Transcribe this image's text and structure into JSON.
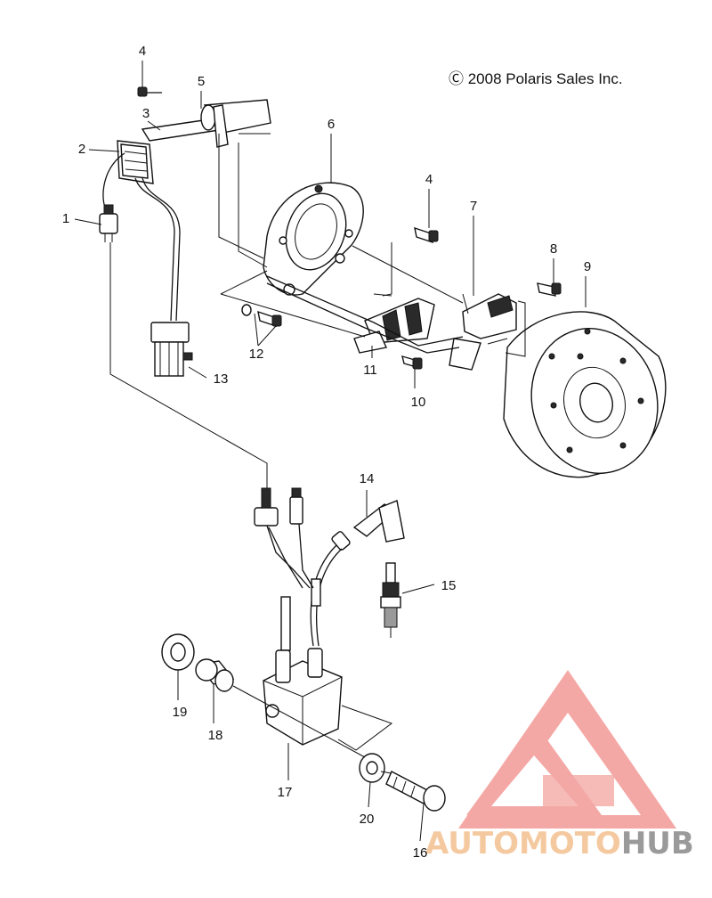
{
  "copyright": "Ⓒ 2008 Polaris Sales Inc.",
  "callouts": {
    "c1": "1",
    "c2": "2",
    "c3": "3",
    "c4a": "4",
    "c4b": "4",
    "c5": "5",
    "c6": "6",
    "c7": "7",
    "c8": "8",
    "c9": "9",
    "c10": "10",
    "c11": "11",
    "c12": "12",
    "c13": "13",
    "c14": "14",
    "c15": "15",
    "c16": "16",
    "c17": "17",
    "c18": "18",
    "c19": "19",
    "c20": "20"
  },
  "watermark": {
    "part1": "AUTO",
    "part2": "MOTO",
    "part3": "HUB",
    "color_primary": "#f39a96",
    "color_secondary": "#f5c9a0",
    "color_tertiary": "#9a9a9a"
  }
}
